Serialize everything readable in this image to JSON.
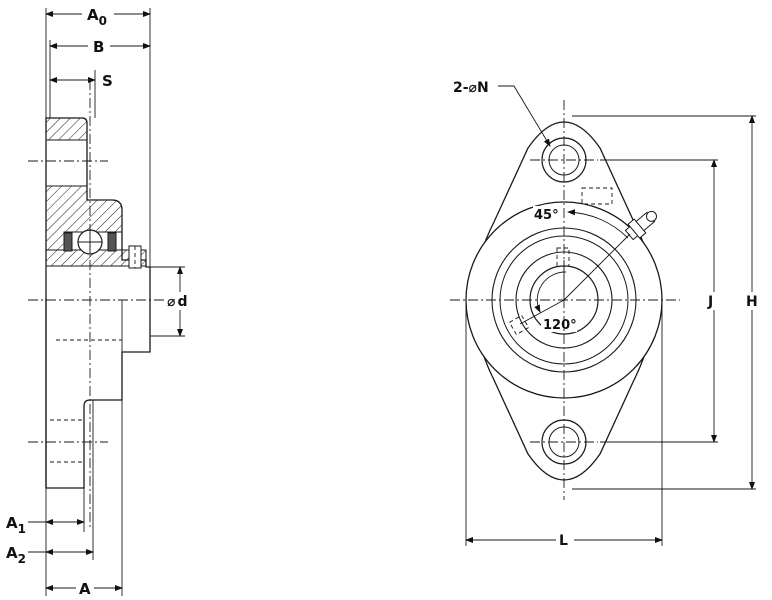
{
  "dimensions": {
    "A0": {
      "main": "A",
      "sub": "0"
    },
    "B": "B",
    "S": "S",
    "d": "d",
    "diameter_symbol": "⌀",
    "A1": {
      "main": "A",
      "sub": "1"
    },
    "A2": {
      "main": "A",
      "sub": "2"
    },
    "A": "A",
    "N": "2-⌀N",
    "J": "J",
    "H": "H",
    "L": "L",
    "angle_45": "45°",
    "angle_120": "120°"
  }
}
